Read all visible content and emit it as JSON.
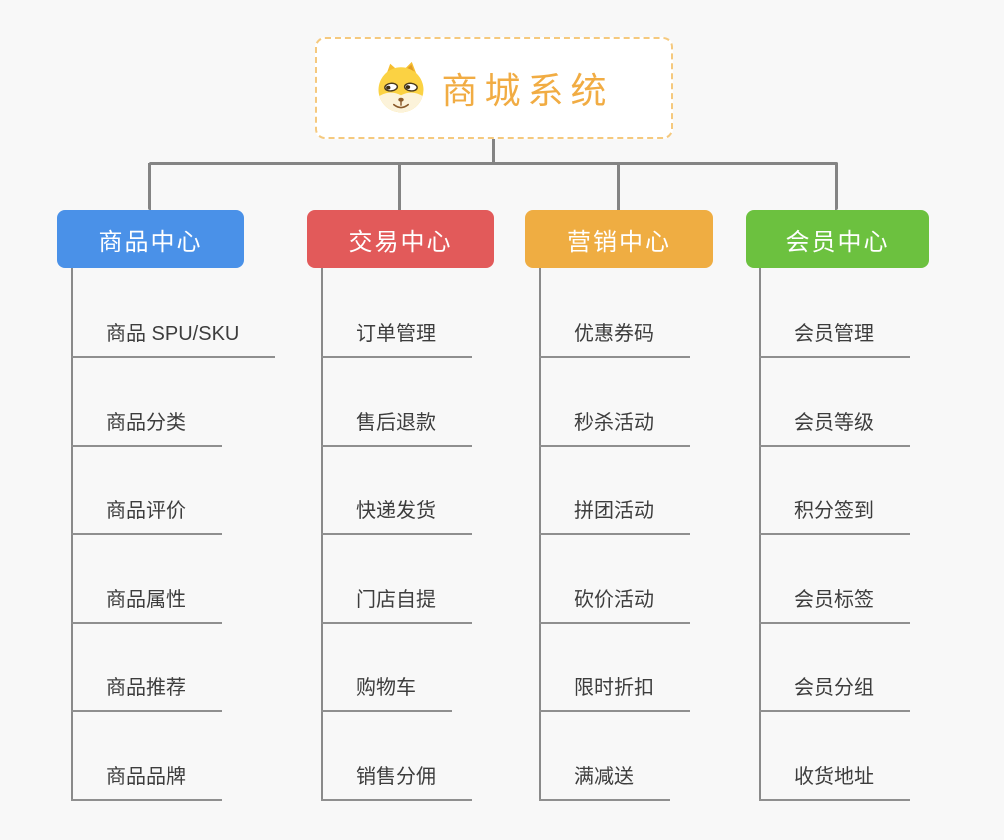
{
  "root": {
    "title": "商城系统",
    "icon": "dog-face-icon"
  },
  "branches": [
    {
      "label": "商品中心",
      "color": "#4a91e8",
      "children": [
        "商品 SPU/SKU",
        "商品分类",
        "商品评价",
        "商品属性",
        "商品推荐",
        "商品品牌"
      ]
    },
    {
      "label": "交易中心",
      "color": "#e25a5a",
      "children": [
        "订单管理",
        "售后退款",
        "快递发货",
        "门店自提",
        "购物车",
        "销售分佣"
      ]
    },
    {
      "label": "营销中心",
      "color": "#efad42",
      "children": [
        "优惠券码",
        "秒杀活动",
        "拼团活动",
        "砍价活动",
        "限时折扣",
        "满减送"
      ]
    },
    {
      "label": "会员中心",
      "color": "#6cc13f",
      "children": [
        "会员管理",
        "会员等级",
        "积分签到",
        "会员标签",
        "会员分组",
        "收货地址"
      ]
    }
  ],
  "style": {
    "background": "#f8f8f8",
    "connector_color": "#848484",
    "underline_color": "#8f8f8f",
    "leaf_text_color": "#3d3d3d",
    "root_text_color": "#f1ac43",
    "root_border_color": "#f5c97e"
  }
}
